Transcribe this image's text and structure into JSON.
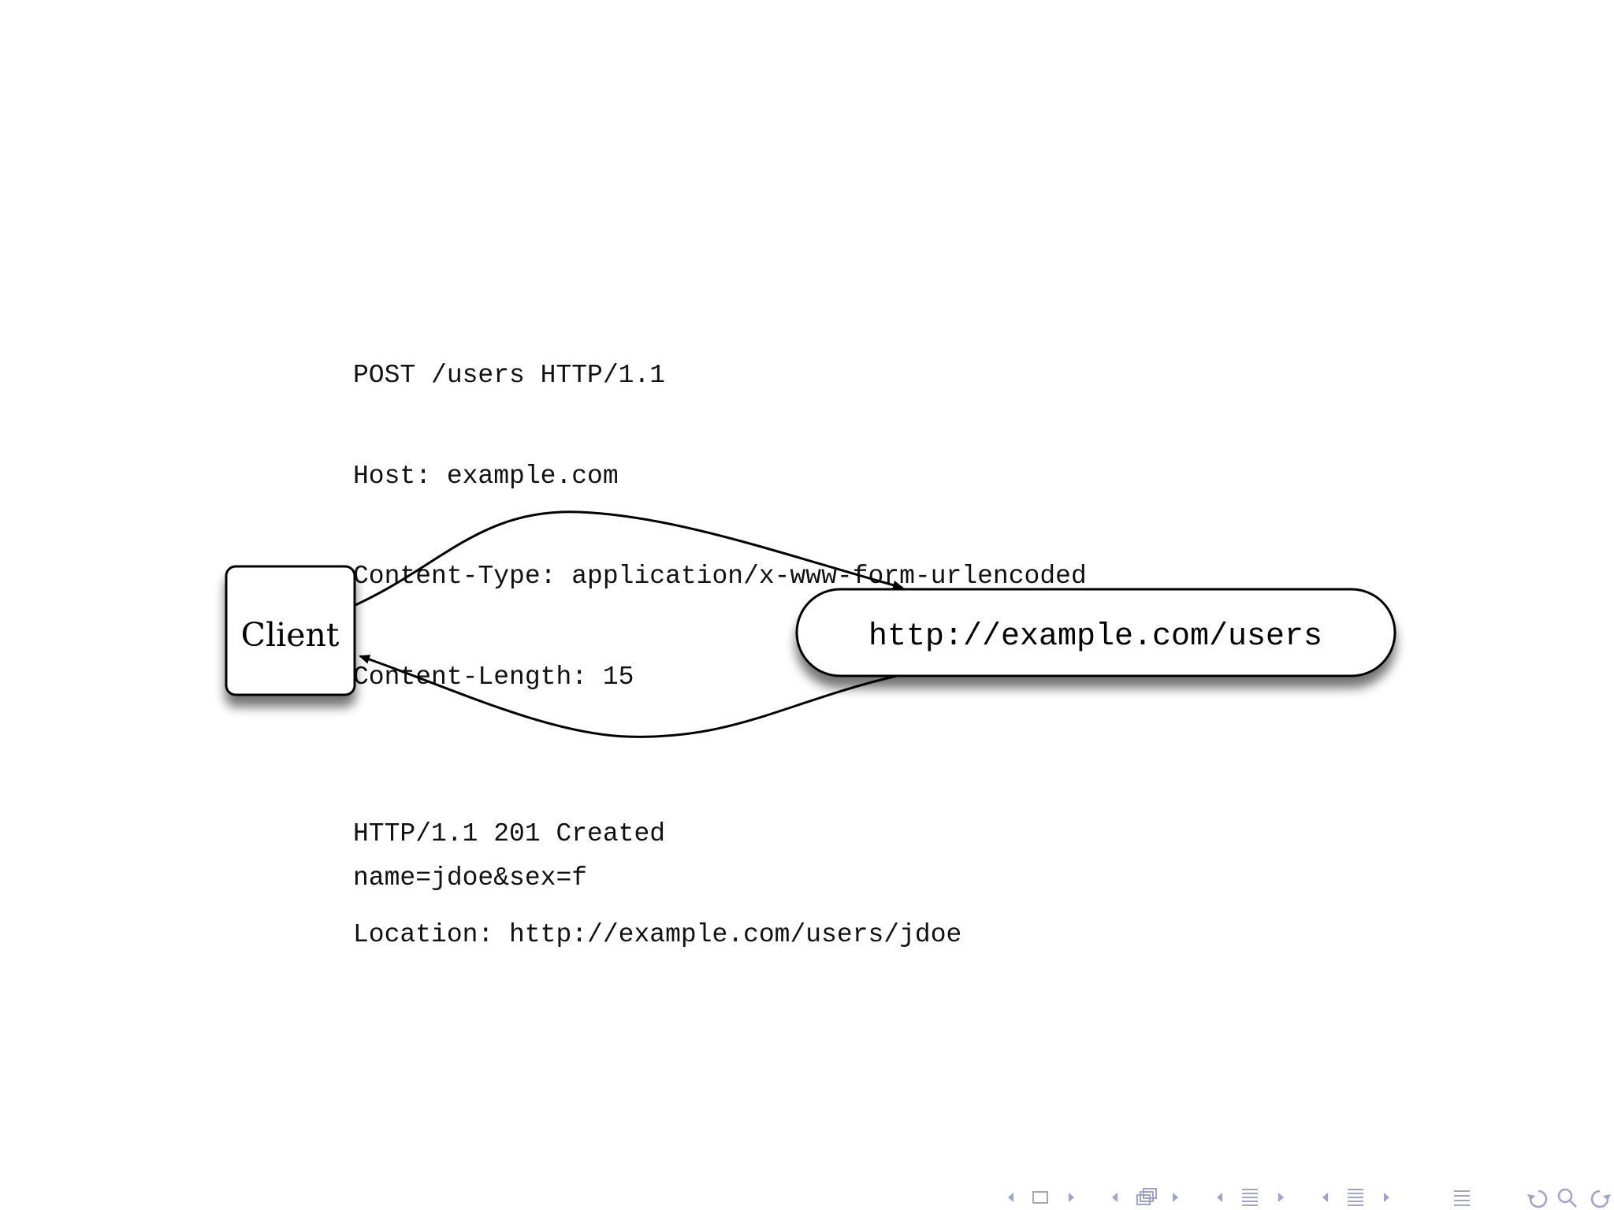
{
  "request": {
    "lines": [
      "POST /users HTTP/1.1",
      "Host: example.com",
      "Content-Type: application/x-www-form-urlencoded",
      "Content-Length: 15",
      "",
      "name=jdoe&sex=f"
    ]
  },
  "response": {
    "lines": [
      "HTTP/1.1 201 Created",
      "Location: http://example.com/users/jdoe"
    ]
  },
  "nodes": {
    "client": {
      "label": "Client"
    },
    "resource": {
      "label": "http://example.com/users"
    }
  },
  "navigation": {
    "color": "#a0a2cf",
    "icons": [
      "nav-left-arrow-icon",
      "frame-icon",
      "nav-right-arrow-icon",
      "nav-left-arrow-icon",
      "frames-icon",
      "nav-right-arrow-icon",
      "nav-left-arrow-icon",
      "subsection-icon",
      "nav-right-arrow-icon",
      "nav-left-arrow-icon",
      "section-icon",
      "nav-right-arrow-icon",
      "align-icon",
      "undo-icon",
      "search-icon",
      "redo-icon"
    ]
  }
}
